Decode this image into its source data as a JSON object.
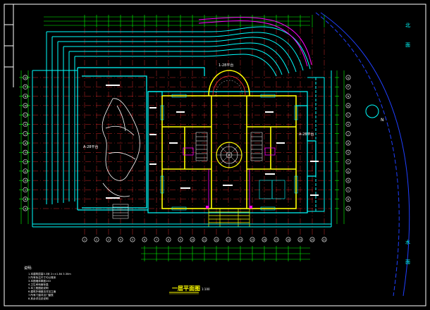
{
  "drawing": {
    "title": "一层平面图",
    "scale": "1:100"
  },
  "north_marker": {
    "label": "N"
  },
  "side_labels": {
    "top_right": "北",
    "top_right_mid": "面",
    "bottom_right": "水",
    "bottom_right_mid": "面"
  },
  "room_labels": {
    "left_plaza": "A-28平台",
    "right_terrace": "A-28平台",
    "top_terrace": "1-28平台"
  },
  "notes": {
    "heading": "说明:",
    "lines": [
      "1.本建筑层高3.3米 2=±1.84 3.30m",
      "2.所有标注尺寸均以毫米",
      "3.本图墙体厚度240",
      "4.卫生间地面标高",
      "5.本工程图纸说明",
      "6.建筑外墙做法详见立面",
      "7.所有门窗详见门窗表",
      "8.其余详见总说明"
    ]
  },
  "axis_labels": {
    "left": [
      "Q",
      "P",
      "N",
      "M",
      "L",
      "K",
      "J",
      "H",
      "G",
      "F",
      "E",
      "D",
      "C",
      "B",
      "A"
    ],
    "bottom": [
      "1",
      "2",
      "3",
      "4",
      "5",
      "6",
      "7",
      "8",
      "9",
      "10",
      "11",
      "12",
      "13",
      "14",
      "15",
      "16",
      "17",
      "18",
      "19",
      "20",
      "21"
    ]
  },
  "colors": {
    "background": "#000000",
    "wall_cyan": "#00ffff",
    "wall_yellow": "#ffff00",
    "dim_green": "#00ff00",
    "text_white": "#ffffff",
    "magenta": "#ff00ff",
    "red": "#ff3030",
    "blue_arc": "#2040ff"
  }
}
